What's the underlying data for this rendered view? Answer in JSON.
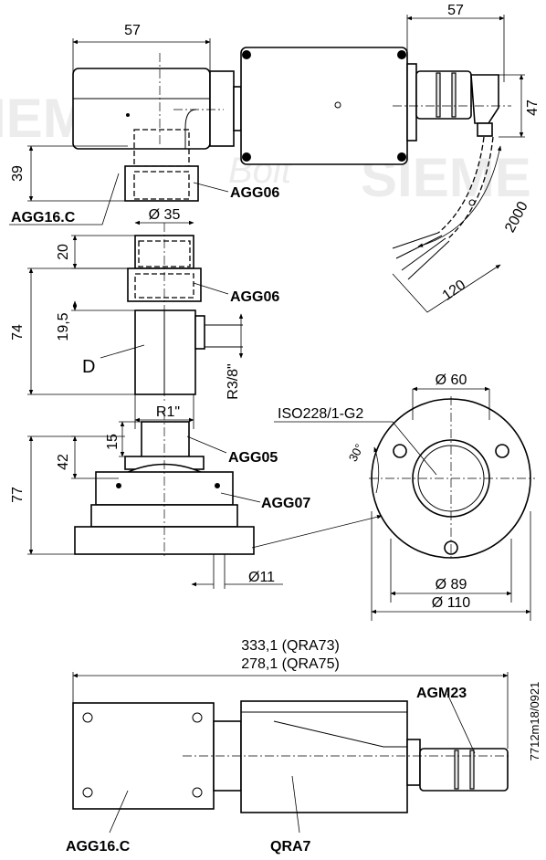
{
  "watermark": {
    "left": "IEMEN",
    "middle": "Bolt",
    "right": "SIEME"
  },
  "dims": {
    "top_width_left": "57",
    "top_width_right": "57",
    "height_47": "47",
    "height_39": "39",
    "diameter_35": "Ø 35",
    "height_20": "20",
    "height_74": "74",
    "height_19_5": "19,5",
    "thread_r38": "R3/8\"",
    "thread_r1": "R1\"",
    "height_15": "15",
    "height_42": "42",
    "height_77": "77",
    "diameter_11": "Ø11",
    "cable_2000": "2000",
    "cable_120": "120",
    "diameter_60": "Ø 60",
    "diameter_89": "Ø 89",
    "diameter_110": "Ø 110",
    "angle_30": "30°",
    "length_qra73": "333,1 (QRA73)",
    "length_qra75": "278,1 (QRA75)"
  },
  "labels": {
    "agg06_a": "AGG06",
    "agg16c_a": "AGG16.C",
    "agg06_b": "AGG06",
    "d": "D",
    "agg05": "AGG05",
    "agg07": "AGG07",
    "iso": "ISO228/1-G2",
    "agm23": "AGM23",
    "agg16c_b": "AGG16.C",
    "qra7": "QRA7",
    "doc_number": "7712m18/0921"
  }
}
